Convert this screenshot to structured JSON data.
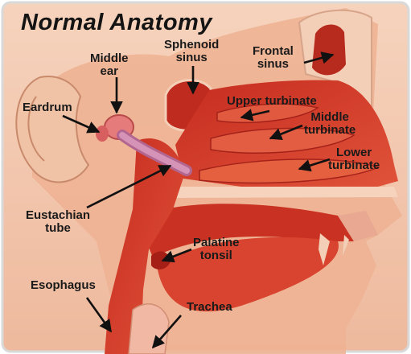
{
  "title": "Normal Anatomy",
  "labels": {
    "middle_ear": [
      "Middle",
      "ear"
    ],
    "sphenoid_sinus": [
      "Sphenoid",
      "sinus"
    ],
    "frontal_sinus": [
      "Frontal",
      "sinus"
    ],
    "eardrum": "Eardrum",
    "upper_turbinate": "Upper turbinate",
    "middle_turbinate": [
      "Middle",
      "turbinate"
    ],
    "lower_turbinate": [
      "Lower",
      "turbinate"
    ],
    "eustachian_tube": [
      "Eustachian",
      "tube"
    ],
    "palatine_tonsil": [
      "Palatine",
      "tonsil"
    ],
    "esophagus": "Esophagus",
    "trachea": "Trachea"
  },
  "colors": {
    "background": "#f2c6ad",
    "skin": "#e9a98b",
    "tissue": "#d23a2a",
    "tissue_dark": "#9e1f16",
    "bone": "#f5d8c2",
    "eustachian": "#c97fa8",
    "text": "#1a1a1a"
  }
}
